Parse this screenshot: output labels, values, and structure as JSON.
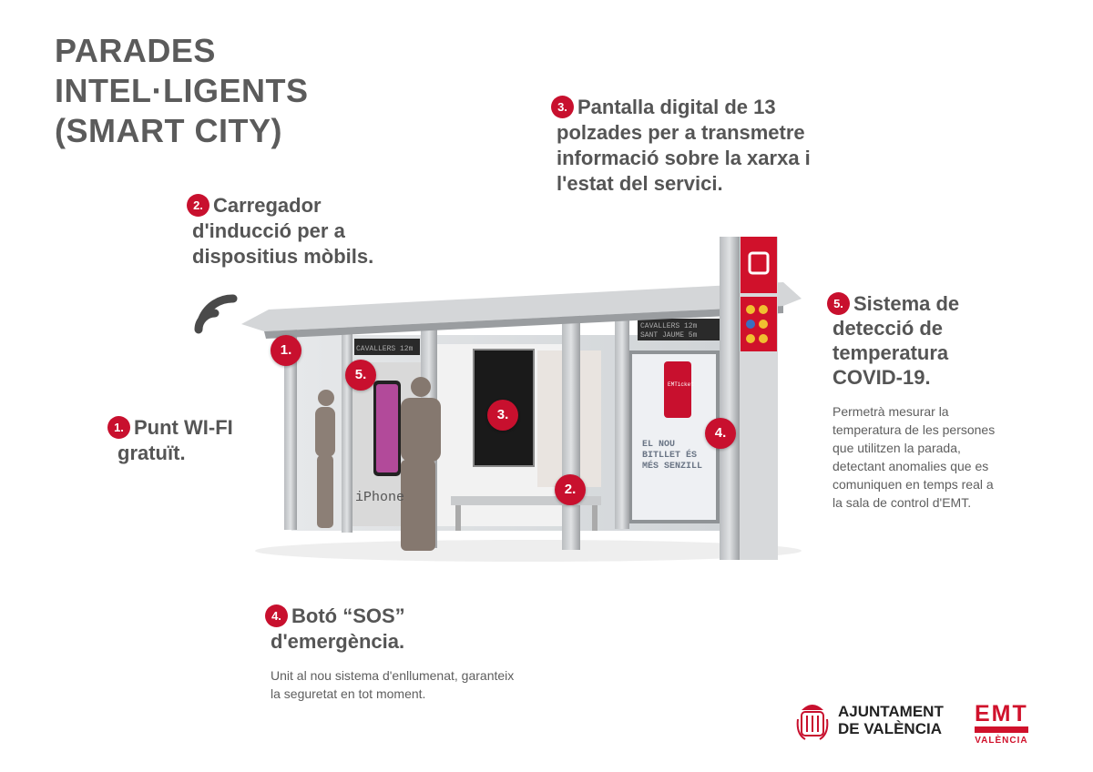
{
  "title": {
    "lines": [
      "PARADES",
      "INTEL·LIGENTS",
      "(SMART CITY)"
    ]
  },
  "features": [
    {
      "number": "1.",
      "lines": [
        "Punt WI-FI",
        "gratuït."
      ]
    },
    {
      "number": "2.",
      "lines": [
        "Carregador",
        "d'inducció per a",
        "dispositius mòbils."
      ]
    },
    {
      "number": "3.",
      "lines": [
        "Pantalla digital de 13",
        "polzades per a transmetre",
        "informació sobre la xarxa i",
        "l'estat del servici."
      ]
    },
    {
      "number": "4.",
      "lines": [
        "Botó “SOS”",
        "d'emergència."
      ],
      "description": [
        "Unit al nou sistema d'enllumenat, garanteix",
        "la seguretat en tot moment."
      ]
    },
    {
      "number": "5.",
      "lines": [
        "Sistema de",
        "detecció de",
        "temperatura",
        "COVID-19."
      ],
      "description": [
        "Permetrà mesurar la",
        "temperatura de les persones",
        "que utilitzen la parada,",
        "detectant anomalies que es",
        "comuniquen en temps real a",
        "la sala de control d'EMT."
      ]
    }
  ],
  "illustration": {
    "markers": [
      "1.",
      "5.",
      "3.",
      "2.",
      "4."
    ],
    "led_display": [
      "CAVALLERS  12m",
      "SANT JAUME  5m"
    ],
    "poster": {
      "brand": "EMTicket",
      "headline": [
        "EL NOU",
        "BITLLET ÉS",
        "MÉS SENZILL"
      ]
    },
    "ad_text": "iPhone"
  },
  "logos": {
    "ajuntament": [
      "AJUNTAMENT",
      "DE VALÈNCIA"
    ],
    "emt": [
      "EMT",
      "VALÈNCIA"
    ]
  },
  "colors": {
    "accent": "#c8102e",
    "text": "#575757"
  }
}
